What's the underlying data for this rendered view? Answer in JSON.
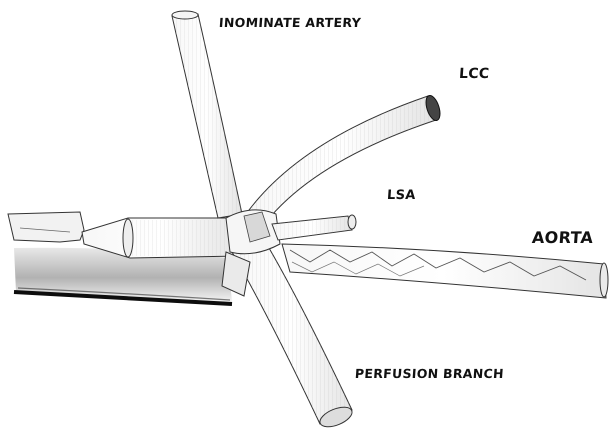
{
  "labels": {
    "inominate": "INOMINATE ARTERY",
    "lcc": "LCC",
    "lsa": "LSA",
    "aorta": "AORTA",
    "perfusion": "PERFUSION BRANCH"
  },
  "colors": {
    "ink": "#222222",
    "shade": "#9a9a9a",
    "dark_shadow": "#0d0d0d",
    "background": "#ffffff"
  }
}
